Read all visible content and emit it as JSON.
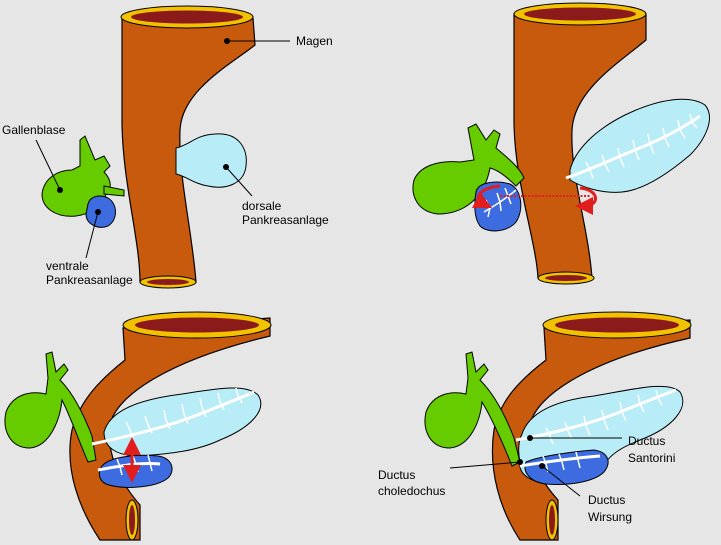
{
  "labels": {
    "magen": "Magen",
    "gallenblase": "Gallenblase",
    "ventrale_1": "ventrale",
    "ventrale_2": "Pankreasanlage",
    "dorsale_1": "dorsale",
    "dorsale_2": "Pankreasanlage",
    "santorini_1": "Ductus",
    "santorini_2": "Santorini",
    "choledochus_1": "Ductus",
    "choledochus_2": "choledochus",
    "wirsung_1": "Ductus",
    "wirsung_2": "Wirsung"
  },
  "colors": {
    "background": "#e6e6e6",
    "stomach": "#c85a0e",
    "stomach_rim": "#f2c200",
    "stomach_lumen": "#8b1a1a",
    "gallbladder": "#66cc00",
    "ventral_pancreas": "#3d6be0",
    "dorsal_pancreas": "#b8ecf7",
    "duct": "#ffffff",
    "rotation_arrow": "#e21d1d"
  }
}
